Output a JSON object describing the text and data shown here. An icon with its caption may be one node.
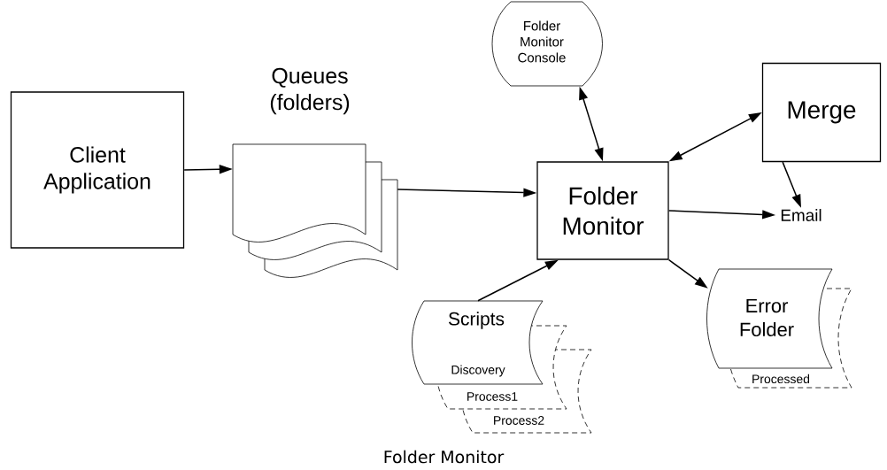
{
  "diagram": {
    "caption": "Folder Monitor",
    "nodes": [
      {
        "text": [
          "Client Application"
        ]
      },
      {
        "text": [
          "Queues (folders)"
        ]
      },
      {
        "text": [
          "Folder Monitor Console"
        ]
      },
      {
        "text": [
          "Merge"
        ]
      },
      {
        "text": [
          "Folder Monitor"
        ]
      },
      {
        "text": [
          "Email"
        ]
      },
      {
        "text": [
          "Scripts",
          "Discovery"
        ]
      },
      {
        "text": [
          "Process1"
        ]
      },
      {
        "text": [
          "Process2"
        ]
      },
      {
        "text": [
          "Error Folder"
        ]
      },
      {
        "text": [
          "Processed"
        ]
      }
    ],
    "edges": [
      {
        "from": 0,
        "to": 1,
        "arrow": "to"
      },
      {
        "from": 1,
        "to": 4,
        "arrow": "to"
      },
      {
        "from": 2,
        "to": 4,
        "arrow": "both"
      },
      {
        "from": 4,
        "to": 3,
        "arrow": "both"
      },
      {
        "from": 3,
        "to": 5,
        "arrow": "to"
      },
      {
        "from": 4,
        "to": 5,
        "arrow": "to"
      },
      {
        "from": 6,
        "to": 4,
        "arrow": "to"
      },
      {
        "from": 4,
        "to": 9,
        "arrow": "to"
      }
    ]
  }
}
